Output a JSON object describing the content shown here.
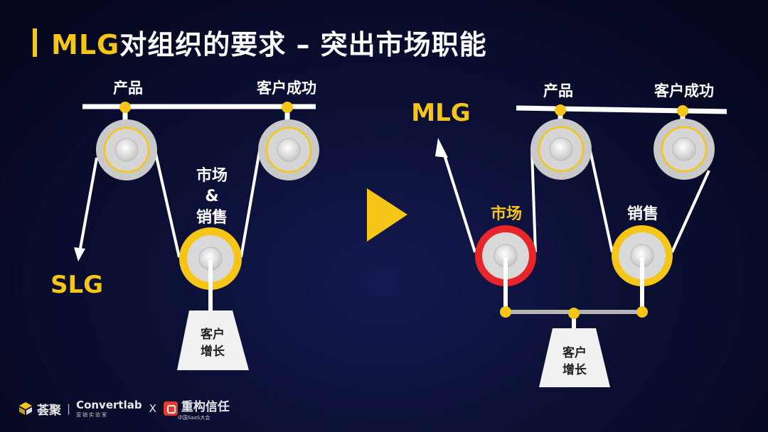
{
  "title": {
    "accent": "MLG",
    "rest": "对组织的要求 – 突出市场职能"
  },
  "left_diagram": {
    "label_product": "产品",
    "label_customer_success": "客户成功",
    "label_marketing_sales_1": "市场",
    "label_marketing_sales_amp": "&",
    "label_marketing_sales_2": "销售",
    "label_slg": "SLG",
    "weight_line1": "客户",
    "weight_line2": "增长"
  },
  "right_diagram": {
    "label_mlg": "MLG",
    "label_product": "产品",
    "label_customer_success": "客户成功",
    "label_marketing": "市场",
    "label_sales": "销售",
    "weight_line1": "客户",
    "weight_line2": "增长"
  },
  "footer": {
    "brand1": "荟聚",
    "brand2": "Convertlab",
    "brand2_sub": "营销实验室",
    "x": "X",
    "brand3": "重构信任",
    "brand3_sub": "中国SaaS大会"
  },
  "colors": {
    "accent_yellow": "#f5c518",
    "highlight_red": "#e8262a",
    "pulley_grey": "#c9c9c9",
    "background": "#0b0f33"
  }
}
